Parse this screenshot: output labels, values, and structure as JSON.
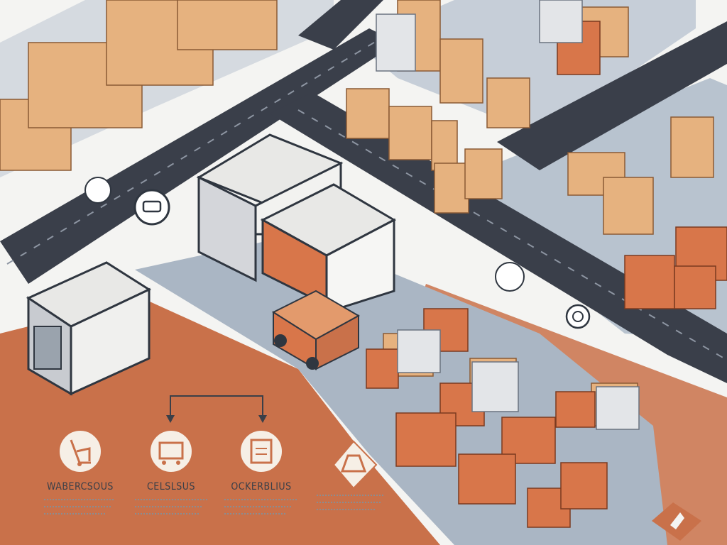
{
  "colors": {
    "background": "#f4f4f2",
    "road": "#3a3f4a",
    "lot": "#aab6c4",
    "terracotta": "#c9714a",
    "box": "#e6b27f",
    "crate": "#d8764a",
    "building": "#e8e8e6",
    "outline": "#2f3640"
  },
  "labels": {
    "label_1": "WABERCSOUS",
    "label_2": "CELSLSUS",
    "label_3": "OCKERBLIUS"
  },
  "icons": {
    "label_1": "hand-truck-icon",
    "label_2": "cart-icon",
    "label_3": "document-icon",
    "extra": "truck-icon",
    "corner": "warning-icon"
  }
}
